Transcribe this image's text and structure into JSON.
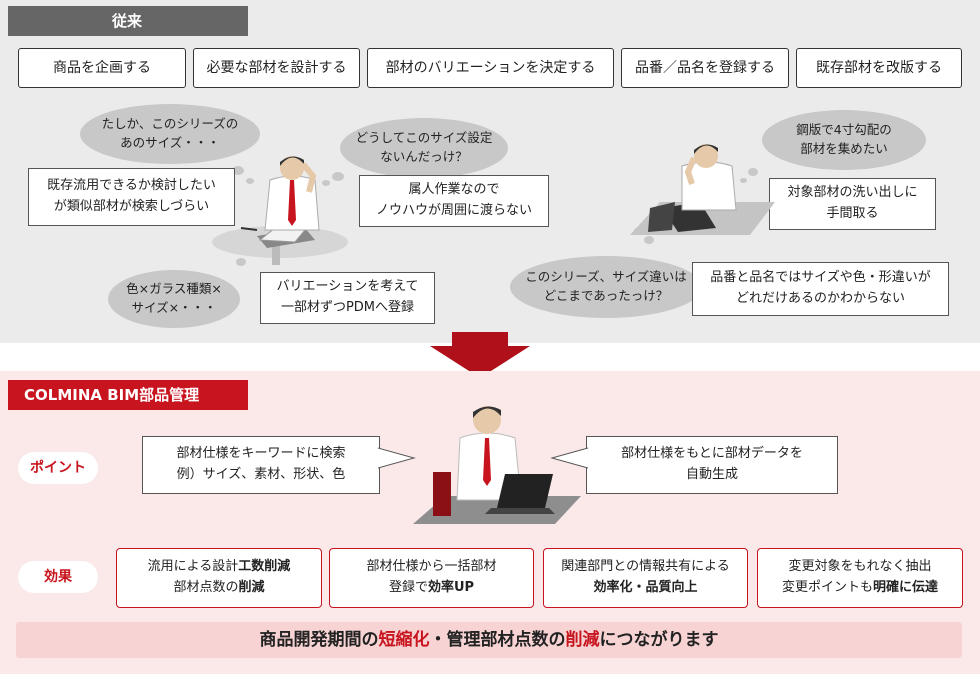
{
  "conventional": {
    "label": "従来",
    "steps": [
      "商品を企画する",
      "必要な部材を設計する",
      "部材のバリエーションを決定する",
      "品番／品名を登録する",
      "既存部材を改版する"
    ],
    "thoughts": {
      "t1": [
        "たしか、このシリーズの",
        "あのサイズ・・・"
      ],
      "t2": [
        "どうしてこのサイズ設定",
        "ないんだっけ？"
      ],
      "t3": [
        "色×ガラス種類×",
        "サイズ×・・・"
      ],
      "t4": [
        "鋼版で4寸勾配の",
        "部材を集めたい"
      ],
      "t5": [
        "このシリーズ、サイズ違いは",
        "どこまであったっけ？"
      ]
    },
    "problems": {
      "p1": [
        "既存流用できるか検討したい",
        "が類似部材が検索しづらい"
      ],
      "p2": [
        "属人作業なので",
        "ノウハウが周囲に渡らない"
      ],
      "p3": [
        "バリエーションを考えて",
        "一部材ずつPDMへ登録"
      ],
      "p4": [
        "対象部材の洗い出しに",
        "手間取る"
      ],
      "p5": [
        "品番と品名ではサイズや色・形違いが",
        "どれだけあるのかわからない"
      ]
    }
  },
  "solution": {
    "label": "COLMINA BIM部品管理",
    "point_label": "ポイント",
    "effect_label": "効果",
    "bubble_left": [
      "部材仕様をキーワードに検索",
      "例）サイズ、素材、形状、色"
    ],
    "bubble_right": [
      "部材仕様をもとに部材データを",
      "自動生成"
    ],
    "effects": [
      {
        "l1a": "流用による設計",
        "l1b": "工数削減",
        "l2a": "部材点数の",
        "l2b": "削減"
      },
      {
        "l1a": "部材仕様から一括部材",
        "l1b": "",
        "l2a": "登録で",
        "l2b": "効率UP"
      },
      {
        "l1a": "関連部門との情報共有による",
        "l1b": "",
        "l2a": "",
        "l2b": "効率化・品質向上"
      },
      {
        "l1a": "変更対象をもれなく抽出",
        "l1b": "",
        "l2a": "変更ポイントも",
        "l2b": "明確に伝達"
      }
    ],
    "summary": {
      "a": "商品開発期間の",
      "b": "短縮化",
      "c": "・管理部材点数の",
      "d": "削減",
      "e": "につながります"
    }
  },
  "colors": {
    "accent": "#c8141e",
    "gray_band": "#666666",
    "cloud": "#c8c8c8"
  }
}
